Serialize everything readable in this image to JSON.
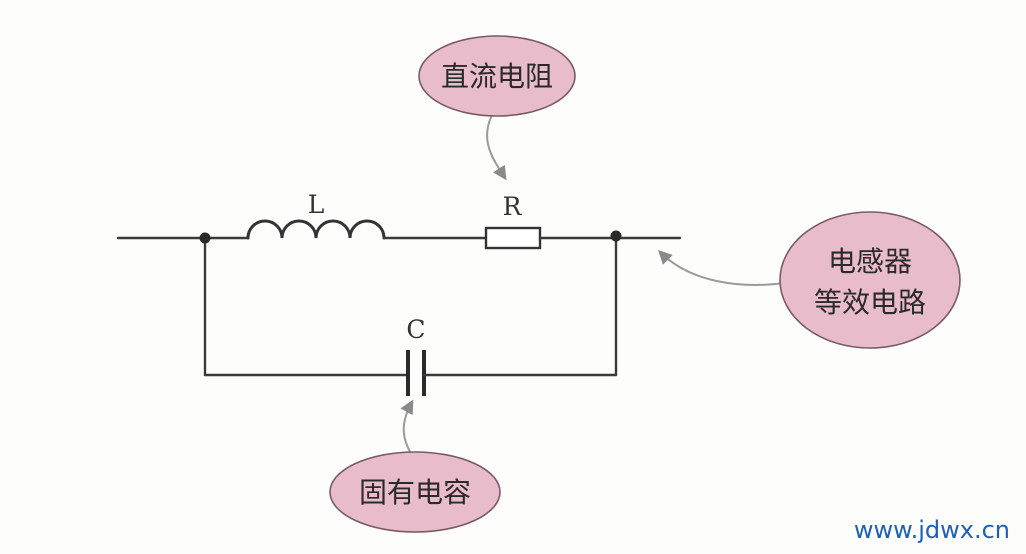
{
  "components": {
    "inductor_label": "L",
    "resistor_label": "R",
    "capacitor_label": "C"
  },
  "callouts": {
    "dc_resistance": "直流电阻",
    "equivalent_circuit_line1": "电感器",
    "equivalent_circuit_line2": "等效电路",
    "inherent_capacitance": "固有电容"
  },
  "watermark": "www.jdwx.cn",
  "colors": {
    "bubble_fill": "#e8bccb",
    "wire": "#3a3a3a",
    "watermark": "#1f5fb8"
  }
}
